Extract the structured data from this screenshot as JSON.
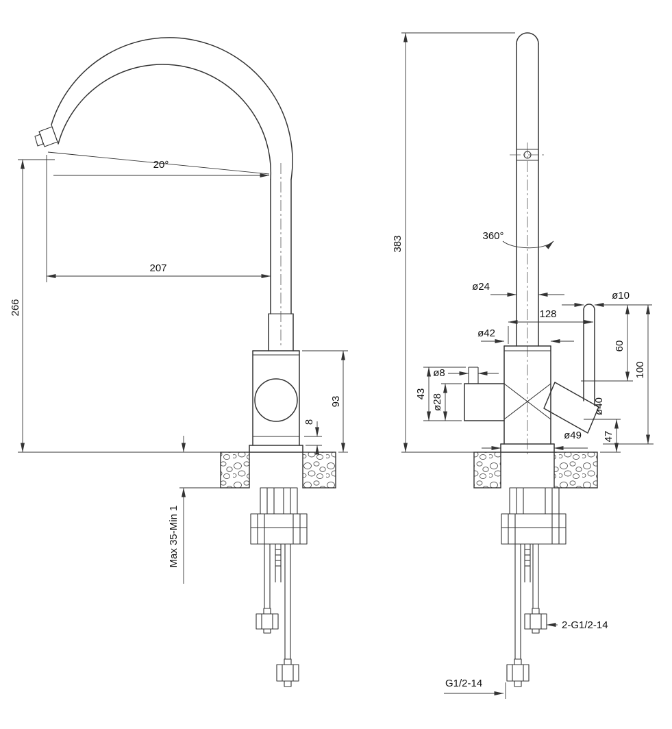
{
  "colors": {
    "line": "#333333",
    "background": "#ffffff"
  },
  "front_view": {
    "spout_angle": "20°",
    "spout_reach": "207",
    "spout_height": "266",
    "body_height": "93",
    "base_step": "8",
    "deck_thickness": "Max 35-Min 1"
  },
  "side_view": {
    "total_height": "383",
    "rotation": "360°",
    "tube_dia": "ø24",
    "handle_offset": "128",
    "handle_rod_dia": "ø10",
    "body_dia": "ø42",
    "stub_dia": "ø8",
    "stub_height": "43",
    "port_dia": "ø28",
    "handle_h_upper": "60",
    "handle_h_total": "100",
    "lever_dia": "ø40",
    "base_dia": "ø49",
    "base_height": "47",
    "inlet_thread": "2-G1/2-14",
    "outlet_thread": "G1/2-14"
  }
}
